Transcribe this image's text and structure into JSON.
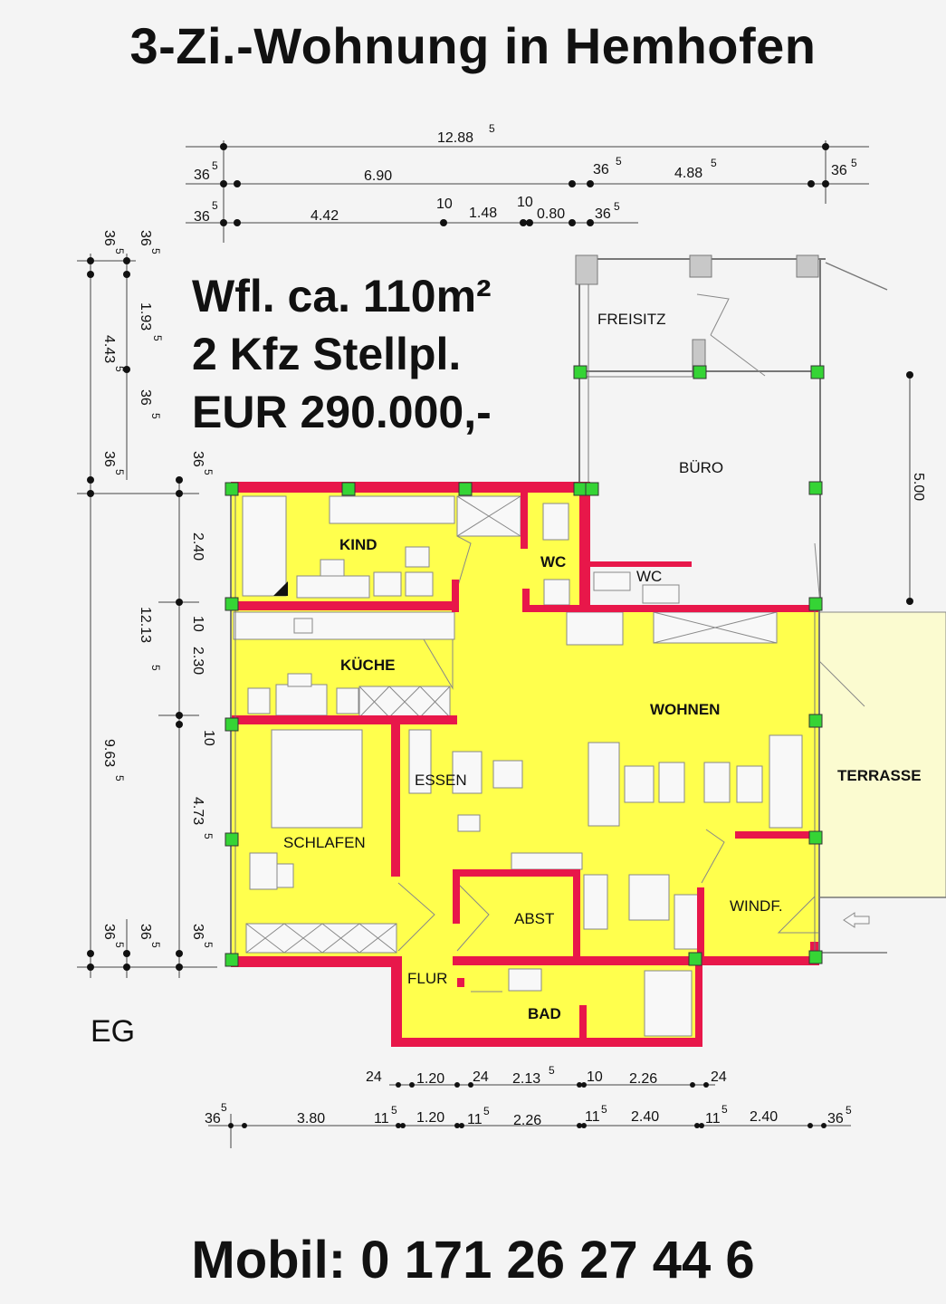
{
  "header": {
    "title": "3-Zi.-Wohnung in Hemhofen"
  },
  "info": {
    "area": "Wfl. ca. 110m²",
    "parking": "2 Kfz Stellpl.",
    "price": "EUR 290.000,-"
  },
  "floor_label": "EG",
  "footer": {
    "contact": "Mobil: 0 171 26 27 44 6"
  },
  "rooms": {
    "freisitz": "FREISITZ",
    "buero": "BÜRO",
    "kind": "KIND",
    "wc1": "WC",
    "wc2": "WC",
    "kueche": "KÜCHE",
    "wohnen": "WOHNEN",
    "essen": "ESSEN",
    "schlafen": "SCHLAFEN",
    "abst": "ABST",
    "windf": "WINDF.",
    "flur": "FLUR",
    "bad": "BAD",
    "terrasse": "TERRASSE"
  },
  "dimensions": {
    "top": {
      "total": "12.88",
      "total_sup": "5",
      "r1_left": "36",
      "r1_left_sup": "5",
      "r1_a": "6.90",
      "r1_b": "36",
      "r1_b_sup": "5",
      "r1_c": "4.88",
      "r1_c_sup": "5",
      "r1_right": "36",
      "r1_right_sup": "5",
      "r2_left": "36",
      "r2_left_sup": "5",
      "r2_a": "4.42",
      "r2_b": "10",
      "r2_c": "1.48",
      "r2_d": "10",
      "r2_e": "0.80",
      "r2_f": "36",
      "r2_f_sup": "5"
    },
    "left": {
      "a": "36",
      "a_sup": "5",
      "b": "36",
      "b_sup": "5",
      "c": "1.93",
      "c_sup": "5",
      "d": "4.43",
      "d_sup": "5",
      "e": "36",
      "e_sup": "5",
      "f": "36",
      "f_sup": "5",
      "g": "36",
      "g_sup": "5",
      "h": "2.40",
      "i": "12.13",
      "i_sup": "5",
      "j": "10",
      "k": "2.30",
      "l": "10",
      "m": "9.63",
      "m_sup": "5",
      "n": "4.73",
      "n_sup": "5",
      "o": "36",
      "o_sup": "5",
      "p": "36",
      "p_sup": "5",
      "q": "36",
      "q_sup": "5"
    },
    "right": {
      "a": "5.00"
    },
    "bottom": {
      "r1_a": "24",
      "r1_b": "1.20",
      "r1_c": "24",
      "r1_d": "2.13",
      "r1_d_sup": "5",
      "r1_e": "10",
      "r1_f": "2.26",
      "r1_g": "24",
      "r2_a": "36",
      "r2_a_sup": "5",
      "r2_b": "3.80",
      "r2_c": "11",
      "r2_c_sup": "5",
      "r2_d": "1.20",
      "r2_e": "11",
      "r2_e_sup": "5",
      "r2_f": "2.26",
      "r2_g": "11",
      "r2_g_sup": "5",
      "r2_h": "2.40",
      "r2_i": "11",
      "r2_i_sup": "5",
      "r2_j": "2.40",
      "r2_k": "36",
      "r2_k_sup": "5"
    }
  },
  "colors": {
    "background": "#f4f4f4",
    "floor": "#ffff4d",
    "terrace": "#fbfbd0",
    "wall": "#e8174a",
    "outer_wall": "#9a9a9a",
    "column": "#35d435"
  }
}
